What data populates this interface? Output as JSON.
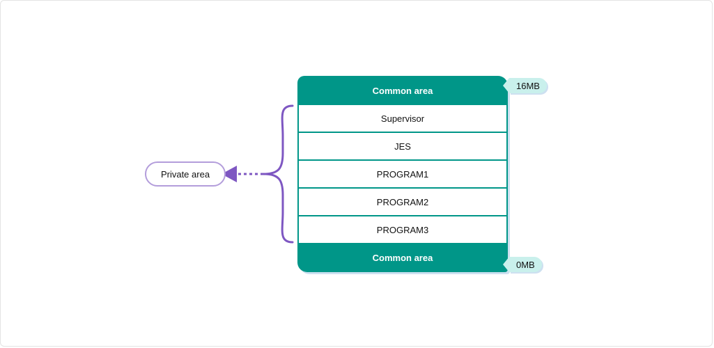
{
  "memory_map": {
    "top_common": "Common area",
    "rows": [
      "Supervisor",
      "JES",
      "PROGRAM1",
      "PROGRAM2",
      "PROGRAM3"
    ],
    "bottom_common": "Common area",
    "top_address": "16MB",
    "bottom_address": "0MB"
  },
  "callout": {
    "label": "Private area"
  },
  "colors": {
    "common_fill": "#009688",
    "tag_fill": "#c9f0ec",
    "brace": "#7e57c2",
    "callout_border": "#b39ddb"
  },
  "icons": {
    "arrow": "arrow-left-icon",
    "brace": "curly-brace-icon"
  }
}
